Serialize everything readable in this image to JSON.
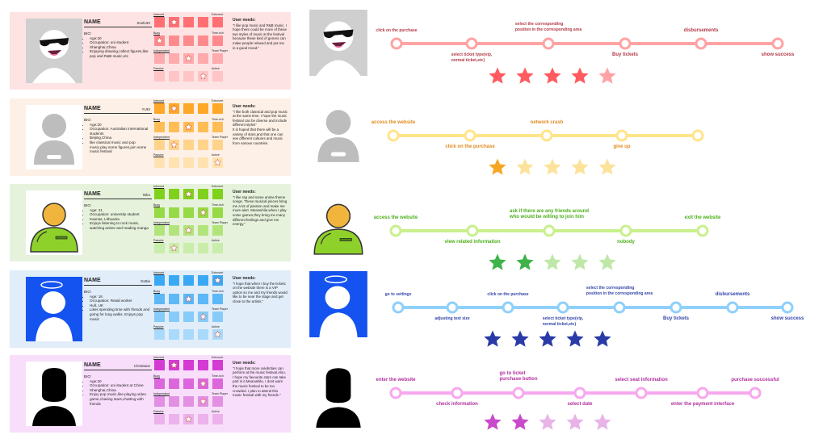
{
  "trait_labels": [
    [
      "Introvert",
      "Extrovert"
    ],
    [
      "Busy",
      "Time-rich"
    ],
    [
      "Independent",
      "Team Player"
    ],
    [
      "Passive",
      "Active"
    ]
  ],
  "name_label": "NAME",
  "bio_label": "BIO:",
  "needs_label": "User needs:",
  "personas": [
    {
      "name": "SUZUKI",
      "avatar": "sunglasses",
      "bg": "#fde3e3",
      "cell_colors": [
        "#ff6f74",
        "#ff8a8e",
        "#ffaaad",
        "#ffc4c6"
      ],
      "bio": [
        "Age:20",
        "Occupation: uni student",
        "Shanghai,China",
        "Enjoying drawing,collect figures,like pop and R&B music,etc"
      ],
      "traits": [
        2,
        1,
        3,
        4
      ],
      "needs": "\"I like pop music and R&B music. I hope there could be more of these two styles of music at the festival because these kind of genres can make people relaxed and put me in a good mood.\""
    },
    {
      "name": "YUKI",
      "avatar": "grey",
      "bg": "#fdf0e6",
      "cell_colors": [
        "#ffa726",
        "#ffbd55",
        "#ffd48a",
        "#ffe2b0"
      ],
      "bio": [
        "Age:20",
        "Occupation: Australian international students",
        "Beijing,China",
        "like classical music and pop music,play some figures,join some music festival"
      ],
      "traits": [
        2,
        3,
        2,
        5
      ],
      "needs": "\"I like both classical and pop music at the same time. I hope the music festival can be diverse and include different styles\"\n  It is hoped that there will be a variety of stars,and that one can see different cultures and music from various countries."
    },
    {
      "name": "Niko",
      "avatar": "green",
      "bg": "#e7f2dc",
      "cell_colors": [
        "#7fd11b",
        "#96da45",
        "#b1e47a",
        "#c9edaa"
      ],
      "bio": [
        "Age: 21",
        "Occupation: university student",
        "Kaunas, Lithuania",
        "Enjoys listening to rock music, watching anime and reading manga"
      ],
      "traits": [
        3,
        4,
        3,
        2
      ],
      "needs": "\"I like rap and some anime theme songs. These musical pieces bring me a lot of passion and make me more alert. Meanwhile,when I play some games,they bring me many different feelings and give me energy.\""
    },
    {
      "name": "Dottie",
      "avatar": "halo",
      "bg": "#e1edf9",
      "cell_colors": [
        "#3aa9f5",
        "#5cb8f7",
        "#86cbf9",
        "#a9dafb"
      ],
      "bio": [
        "Age: 18",
        "Occupation: Retail worker",
        "Hull, UK",
        "Likes spending time with friends and going for long walks. Enjoys pop music"
      ],
      "traits": [
        5,
        3,
        4,
        5
      ],
      "needs": "\"I hope that when I buy the tickets on the website there is a VIP option so me and my friends would like to be near the stage and get close to the artists.\""
    },
    {
      "name": "Christiane",
      "avatar": "black",
      "bg": "#f8defb",
      "cell_colors": [
        "#d33bd3",
        "#dc67dc",
        "#e38fe3",
        "#ebb2eb"
      ],
      "bio": [
        "Age:20",
        "Occupation: uni student at Chine",
        "Shanghai,China",
        "Enjoy pop music,like playing video game,chasing stars,chatting with friends"
      ],
      "traits": [
        2,
        4,
        4,
        3
      ],
      "needs": "\"I hope that more celebrities can perform at the music festival.Also, I hope my favourite stars can take part in it.Meanwhile, I dont want the music festival to be too crowded. I plan to attend this music festival with my friends.\""
    }
  ],
  "journeys": [
    {
      "avatar": "sunglasses",
      "line_color": "#ffa3a3",
      "text_color": "#b23a48",
      "star_color": "#ff5a5f",
      "star_light": "#ffa3a6",
      "rating": 4,
      "steps": [
        {
          "label": "click on the purchase",
          "pos": "above",
          "size": "sm"
        },
        {
          "label": "select ticket type(vip,\nnormal ticket,etc)",
          "pos": "below",
          "size": "sm"
        },
        {
          "label": "select the corresponding\nposition in the corresponding area",
          "pos": "above",
          "size": "sm"
        },
        {
          "label": "Buy tickets",
          "pos": "below"
        },
        {
          "label": "disbursements",
          "pos": "above"
        },
        {
          "label": "show success",
          "pos": "below"
        }
      ]
    },
    {
      "avatar": "grey",
      "line_color": "#ffe48a",
      "text_color": "#e08a1e",
      "star_color": "#f5a623",
      "star_light": "#fde29a",
      "rating": 1,
      "steps": [
        {
          "label": "access the website",
          "pos": "above"
        },
        {
          "label": "click on the purchase",
          "pos": "below"
        },
        {
          "label": "network crash",
          "pos": "above"
        },
        {
          "label": "give up",
          "pos": "below"
        },
        {
          "label": "",
          "pos": "above"
        }
      ]
    },
    {
      "avatar": "green",
      "line_color": "#c9f08c",
      "text_color": "#4caf1a",
      "star_color": "#3fb34a",
      "star_light": "#bfe8a8",
      "rating": 2,
      "steps": [
        {
          "label": "access the website",
          "pos": "above"
        },
        {
          "label": "view related information",
          "pos": "below"
        },
        {
          "label": "ask if there are any friends around\nwho would be willing to join him",
          "pos": "above"
        },
        {
          "label": "nobody",
          "pos": "below"
        },
        {
          "label": "exit the website",
          "pos": "above"
        }
      ]
    },
    {
      "avatar": "halo",
      "line_color": "#8fd0fb",
      "text_color": "#3345a8",
      "star_color": "#2a3ba8",
      "star_light": "#9aa5e0",
      "rating": 5,
      "steps": [
        {
          "label": "go to settings",
          "pos": "above",
          "size": "sm"
        },
        {
          "label": "adjusting text size",
          "pos": "below",
          "size": "sm"
        },
        {
          "label": "click on the purchase",
          "pos": "above",
          "size": "sm"
        },
        {
          "label": "select ticket type(vip,\nnormal ticket,etc)",
          "pos": "below",
          "size": "sm"
        },
        {
          "label": "select the corresponding\nposition in the corresponding area",
          "pos": "above",
          "size": "sm"
        },
        {
          "label": "Buy tickets",
          "pos": "below"
        },
        {
          "label": "disbursements",
          "pos": "above"
        },
        {
          "label": "show success",
          "pos": "below"
        }
      ]
    },
    {
      "avatar": "black",
      "line_color": "#f7a8ee",
      "text_color": "#b0309e",
      "star_color": "#c94bc9",
      "star_light": "#e8b4e8",
      "rating": 2,
      "steps": [
        {
          "label": "enter the website",
          "pos": "above"
        },
        {
          "label": "check information",
          "pos": "below"
        },
        {
          "label": "go to ticket\npurchase button",
          "pos": "above"
        },
        {
          "label": "select date",
          "pos": "below"
        },
        {
          "label": "select seat information",
          "pos": "above"
        },
        {
          "label": "enter the payment interface",
          "pos": "below"
        },
        {
          "label": "purchase successful",
          "pos": "above"
        }
      ]
    }
  ]
}
